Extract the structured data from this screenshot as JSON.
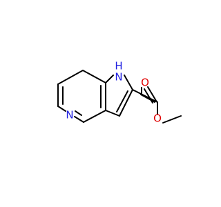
{
  "colors": {
    "background": "#ffffff",
    "bond": "#000000",
    "nitrogen": "#2020e0",
    "oxygen": "#e00000"
  },
  "atoms": {
    "pyrrole_nh": {
      "element": "N",
      "hydrogen": "H"
    },
    "pyridine_n": {
      "element": "N"
    },
    "carbonyl_o": {
      "element": "O"
    },
    "ester_o": {
      "element": "O"
    }
  }
}
